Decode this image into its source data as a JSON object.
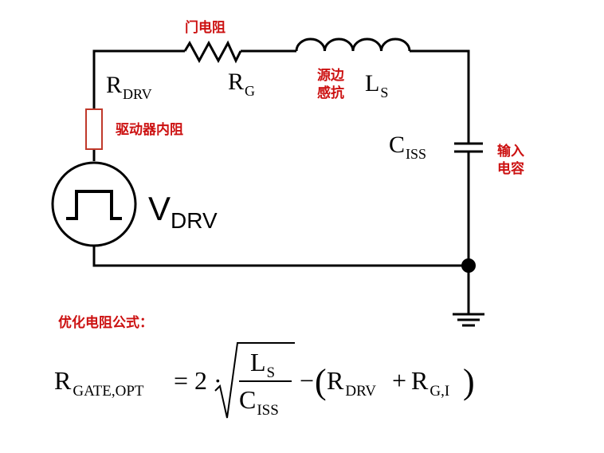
{
  "labels": {
    "gate_resistor_cn": "门电阻",
    "source_inductance_cn_1": "源边",
    "source_inductance_cn_2": "感抗",
    "driver_resistance_cn": "驱动器内阻",
    "input_capacitance_cn_1": "输入",
    "input_capacitance_cn_2": "电容",
    "r_drv_main": "R",
    "r_drv_sub": "DRV",
    "r_g_main": "R",
    "r_g_sub": "G",
    "l_s_main": "L",
    "l_s_sub": "S",
    "c_iss_main": "C",
    "c_iss_sub": "ISS",
    "v_drv_main": "V",
    "v_drv_sub": "DRV"
  },
  "formula": {
    "heading": "优化电阻公式：",
    "lhs_main": "R",
    "lhs_sub": "GATE,OPT",
    "equals": "= 2 ·",
    "num_main": "L",
    "num_sub": "S",
    "den_main": "C",
    "den_sub": "ISS",
    "minus": "−",
    "open_paren": "(",
    "rdrv_main": "R",
    "rdrv_sub": "DRV",
    "plus": "+",
    "rgi_main": "R",
    "rgi_sub": "G,I",
    "close_paren": ")"
  },
  "colors": {
    "wire": "#000000",
    "annotation": "#cc1111",
    "resistor_box": "#c0392b"
  }
}
